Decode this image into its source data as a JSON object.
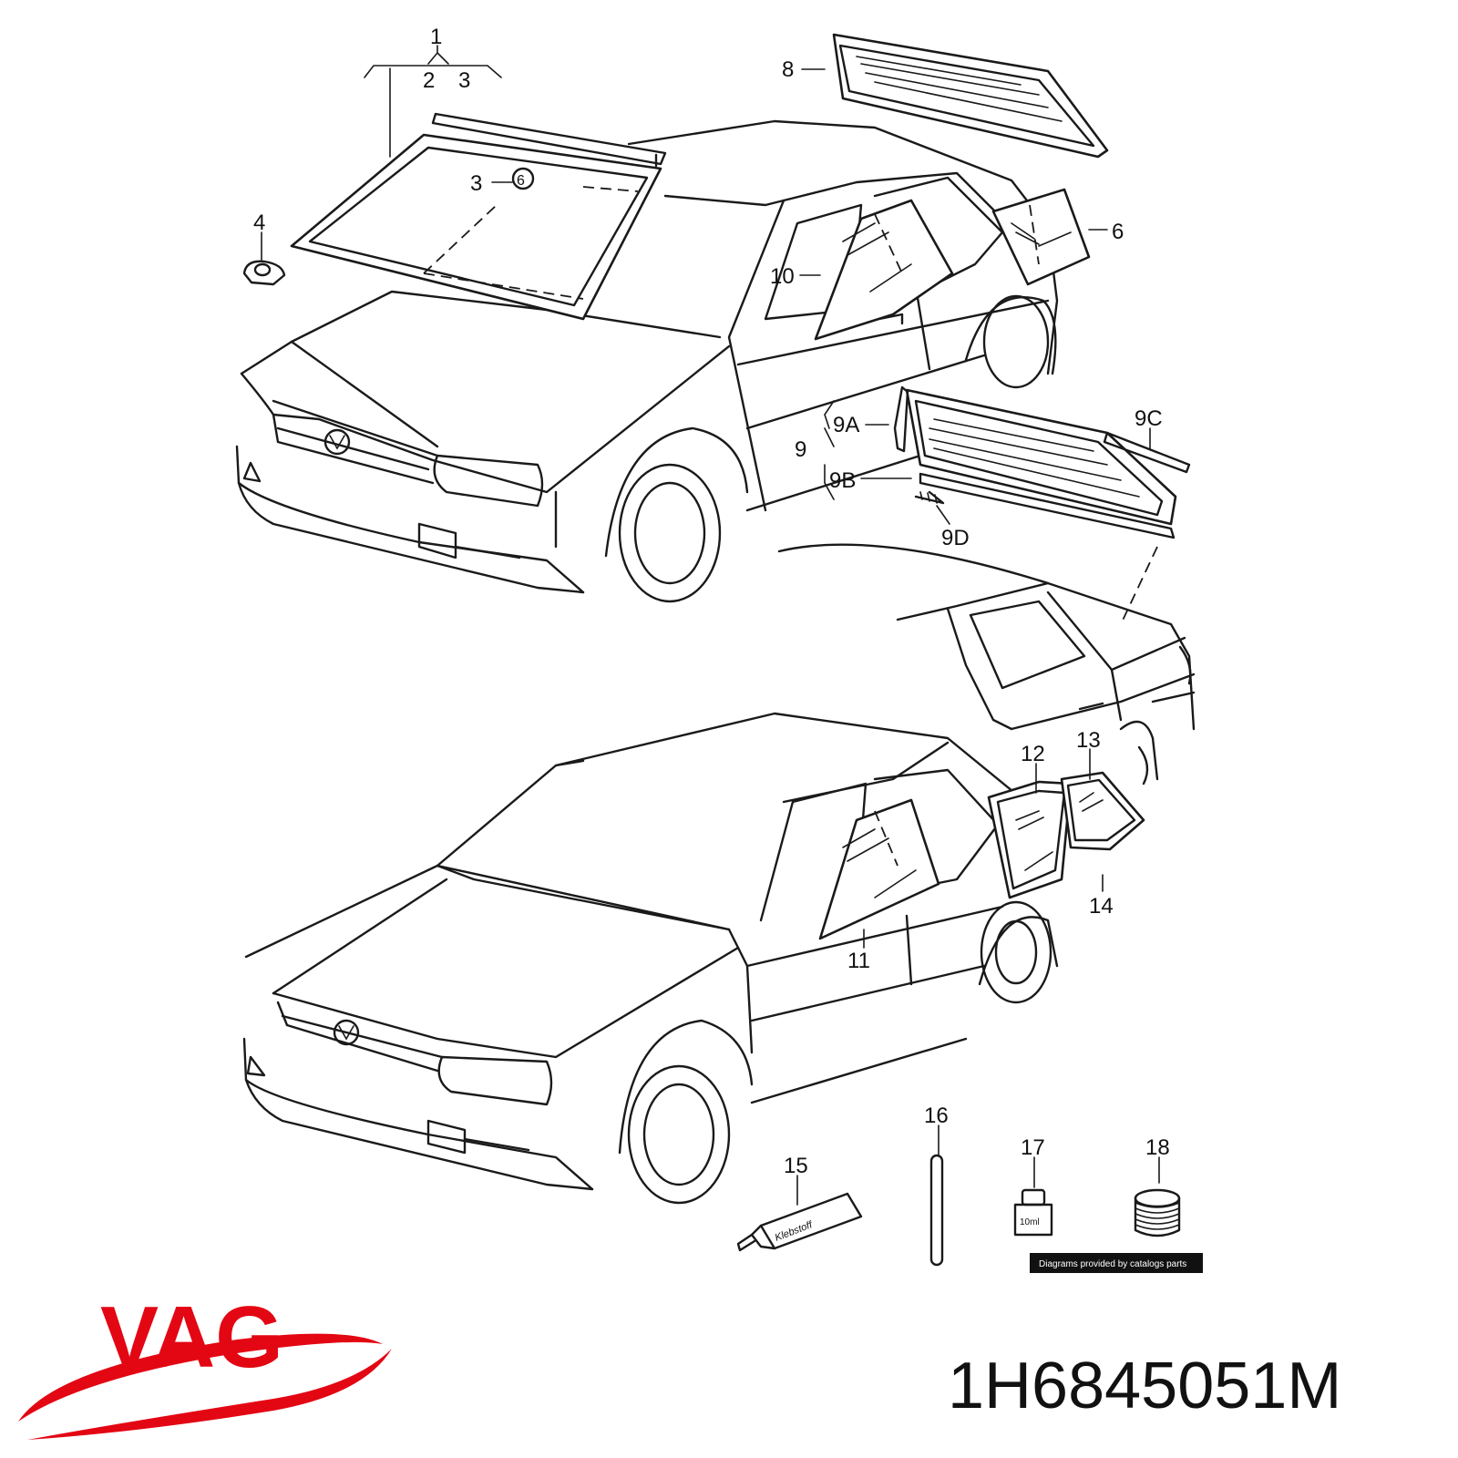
{
  "callouts": [
    {
      "id": "1",
      "text": "1"
    },
    {
      "id": "2",
      "text": "2"
    },
    {
      "id": "3-top",
      "text": "3"
    },
    {
      "id": "3",
      "text": "3"
    },
    {
      "id": "4",
      "text": "4"
    },
    {
      "id": "6",
      "text": "6"
    },
    {
      "id": "8",
      "text": "8"
    },
    {
      "id": "10",
      "text": "10"
    },
    {
      "id": "9",
      "text": "9"
    },
    {
      "id": "9A",
      "text": "9A"
    },
    {
      "id": "9B",
      "text": "9B"
    },
    {
      "id": "9C",
      "text": "9C"
    },
    {
      "id": "9D",
      "text": "9D"
    },
    {
      "id": "11",
      "text": "11"
    },
    {
      "id": "12",
      "text": "12"
    },
    {
      "id": "13",
      "text": "13"
    },
    {
      "id": "14",
      "text": "14"
    },
    {
      "id": "15",
      "text": "15"
    },
    {
      "id": "16",
      "text": "16"
    },
    {
      "id": "17",
      "text": "17"
    },
    {
      "id": "18",
      "text": "18"
    }
  ],
  "sensor_mark": "6",
  "tube_label": "Klebstoff",
  "bottle_label": "10ml",
  "credit": "Diagrams provided by catalogs parts",
  "brand": {
    "name": "VAG",
    "color": "#e30613"
  },
  "part_number": "1H6845051M"
}
